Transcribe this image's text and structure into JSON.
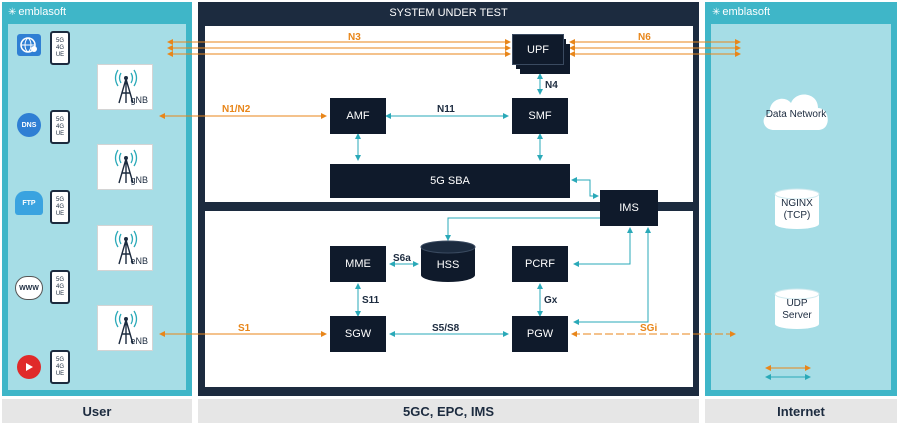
{
  "brand": {
    "name": "emblasoft"
  },
  "system": {
    "title": "SYSTEM UNDER TEST"
  },
  "footers": {
    "user": "User",
    "core": "5GC, EPC, IMS",
    "internet": "Internet"
  },
  "ue": {
    "line1": "5G",
    "line2": "4G",
    "line3": "UE"
  },
  "apps": [
    "Browser",
    "DNS",
    "FTP",
    "WWW",
    "Video"
  ],
  "apps_text": {
    "dns": "DNS",
    "ftp": "FTP",
    "www": "WWW"
  },
  "radios": [
    "gNB",
    "gNB",
    "eNB",
    "eNB"
  ],
  "nodes": {
    "upf": "UPF",
    "amf": "AMF",
    "smf": "SMF",
    "sba": "5G SBA",
    "ims": "IMS",
    "mme": "MME",
    "hss": "HSS",
    "pcrf": "PCRF",
    "sgw": "SGW",
    "pgw": "PGW"
  },
  "links": {
    "n3": "N3",
    "n6": "N6",
    "n4": "N4",
    "n1n2": "N1/N2",
    "n11": "N11",
    "s6a": "S6a",
    "s11": "S11",
    "gx": "Gx",
    "s1": "S1",
    "s5s8": "S5/S8",
    "sgi": "SGi"
  },
  "internet": {
    "data_network": "Data Network",
    "nginx_l1": "NGINX",
    "nginx_l2": "(TCP)",
    "udp_l1": "UDP",
    "udp_l2": "Server"
  },
  "colors": {
    "teal": "#3fb6c8",
    "light_teal": "#a6dde6",
    "navy": "#1c2b3f",
    "node": "#0f1a2b",
    "orange": "#e8861a",
    "arrow_teal": "#2aa9b8"
  }
}
